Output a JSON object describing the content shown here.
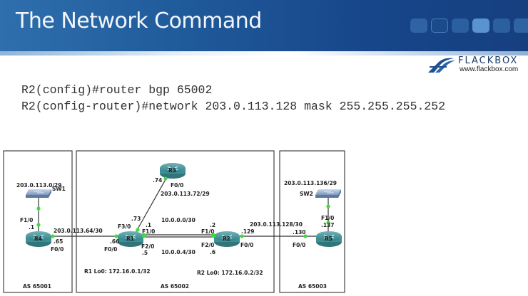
{
  "header": {
    "title": "The Network Command",
    "nav_squares": [
      "plain",
      "dark",
      "mid",
      "light",
      "mid",
      "plain",
      "mid"
    ]
  },
  "logo": {
    "icon": "flackbox-logo-icon",
    "name": "FLACKBOX",
    "url": "www.flackbox.com"
  },
  "commands": [
    "R2(config)#router bgp 65002",
    "R2(config-router)#network 203.0.113.128 mask 255.255.255.252"
  ],
  "diagram": {
    "autonomous_systems": [
      {
        "label": "AS 65001"
      },
      {
        "label": "AS 65002"
      },
      {
        "label": "AS 65003"
      }
    ],
    "devices": {
      "r1": "R1",
      "r2": "R2",
      "r3": "R3",
      "r4": "R4",
      "r5": "R5",
      "sw1": "SW1",
      "sw2": "SW2"
    },
    "subnets": {
      "sw1_lan": "203.0.113.0/29",
      "r4_r1": "203.0.113.64/30",
      "r1_r3": "203.0.113.72/29",
      "r1_r2_a": "10.0.0.0/30",
      "r1_r2_b": "10.0.0.4/30",
      "r2_r5": "203.0.113.128/30",
      "sw2_lan": "203.0.113.136/29"
    },
    "interfaces": {
      "r4_f10": "F1/0",
      "r4_f10_ip": ".1",
      "r4_f00": "F0/0",
      "r4_f00_ip": ".65",
      "r1_f00": "F0/0",
      "r1_f00_ip": ".66",
      "r1_f30": "F3/0",
      "r1_f30_ip": ".73",
      "r1_f10": "F1/0",
      "r1_f10_ip": ".1",
      "r1_f20": "F2/0",
      "r1_f20_ip": ".5",
      "r3_f00": "F0/0",
      "r3_f00_ip": ".74",
      "r2_f10": "F1/0",
      "r2_f10_ip": ".2",
      "r2_f20": "F2/0",
      "r2_f20_ip": ".6",
      "r2_f00": "F0/0",
      "r2_f00_ip": ".129",
      "r5_f00": "F0/0",
      "r5_f00_ip": ".130",
      "r5_f10": "F1/0",
      "r5_f10_ip": ".137"
    },
    "loopbacks": {
      "r1": "R1 Lo0: 172.16.0.1/32",
      "r2": "R2 Lo0: 172.16.0.2/32"
    },
    "colors": {
      "router": "#3f8f96",
      "switch": "#8fa9c9",
      "port": "#3ddc3d",
      "link": "#333333"
    }
  }
}
